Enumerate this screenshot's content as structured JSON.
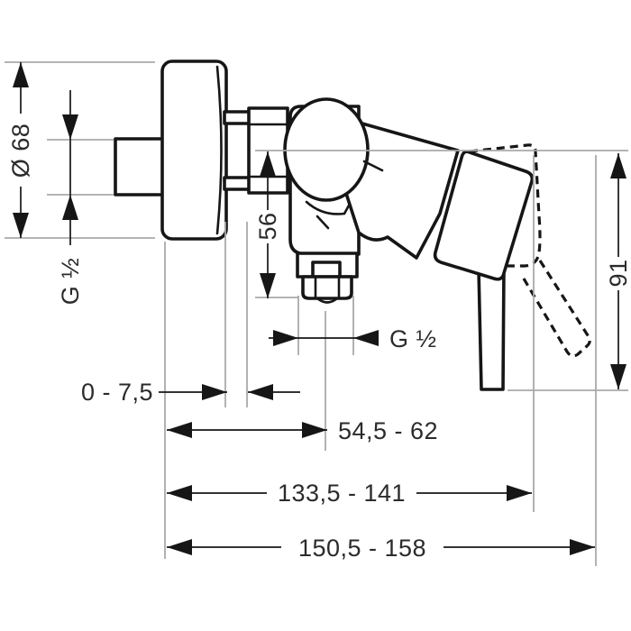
{
  "drawing": {
    "colors": {
      "line": "#161616",
      "reference_line": "#a9a9a9",
      "text": "#2b2b2b",
      "background": "#ffffff"
    },
    "dimensions": {
      "escutcheon_diameter": "Ø 68",
      "inlet_thread": "G ½",
      "inlet_to_outlet": "56",
      "outlet_thread": "G ½",
      "wall_adjustment": "0 - 7,5",
      "wall_to_outlet": "54,5 - 62",
      "wall_to_handle_front": "133,5 - 141",
      "wall_to_lever_end": "150,5 - 158",
      "lever_drop_height": "91"
    }
  }
}
